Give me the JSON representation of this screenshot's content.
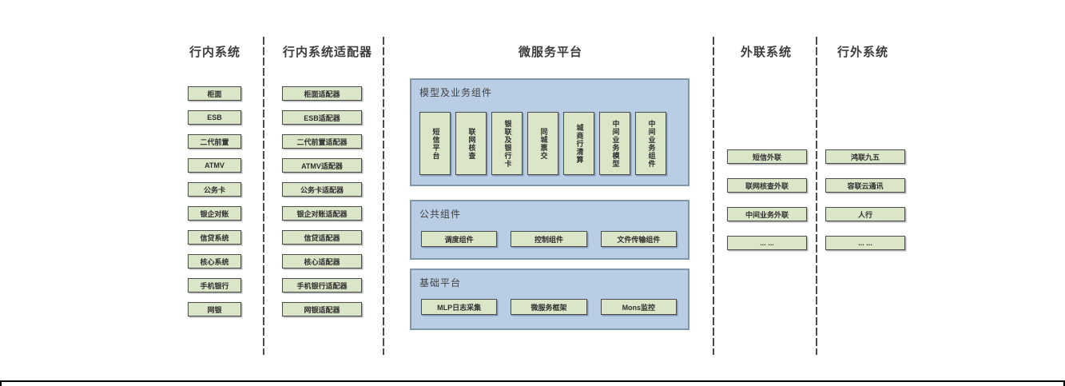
{
  "colors": {
    "box_fill": "#dbe6c8",
    "box_border": "#4a4a4a",
    "panel_fill": "#b9cde5",
    "panel_border": "#8296aa"
  },
  "internal": {
    "title": "行内系统",
    "items": [
      "柜面",
      "ESB",
      "二代前置",
      "ATMV",
      "公务卡",
      "银企对账",
      "信贷系统",
      "核心系统",
      "手机银行",
      "网银"
    ]
  },
  "adapters": {
    "title": "行内系统适配器",
    "items": [
      "柜面适配器",
      "ESB适配器",
      "二代前置适配器",
      "ATMV适配器",
      "公务卡适配器",
      "银企对账适配器",
      "信贷适配器",
      "核心适配器",
      "手机银行适配器",
      "网银适配器"
    ]
  },
  "platform": {
    "title": "微服务平台",
    "panels": [
      {
        "title": "模型及业务组件",
        "items": [
          "短信平台",
          "联网核查",
          "银联及银行卡",
          "同城票交",
          "城商行清算",
          "中间业务模型",
          "中间业务组件"
        ]
      },
      {
        "title": "公共组件",
        "items": [
          "调度组件",
          "控制组件",
          "文件传输组件"
        ]
      },
      {
        "title": "基础平台",
        "items": [
          "MLP日志采集",
          "微服务框架",
          "Mons监控"
        ]
      }
    ]
  },
  "external": {
    "title": "外联系统",
    "items": [
      "短信外联",
      "联网核查外联",
      "中间业务外联",
      "... ..."
    ]
  },
  "outside": {
    "title": "行外系统",
    "items": [
      "鸿联九五",
      "容联云通讯",
      "人行",
      "... ..."
    ]
  }
}
